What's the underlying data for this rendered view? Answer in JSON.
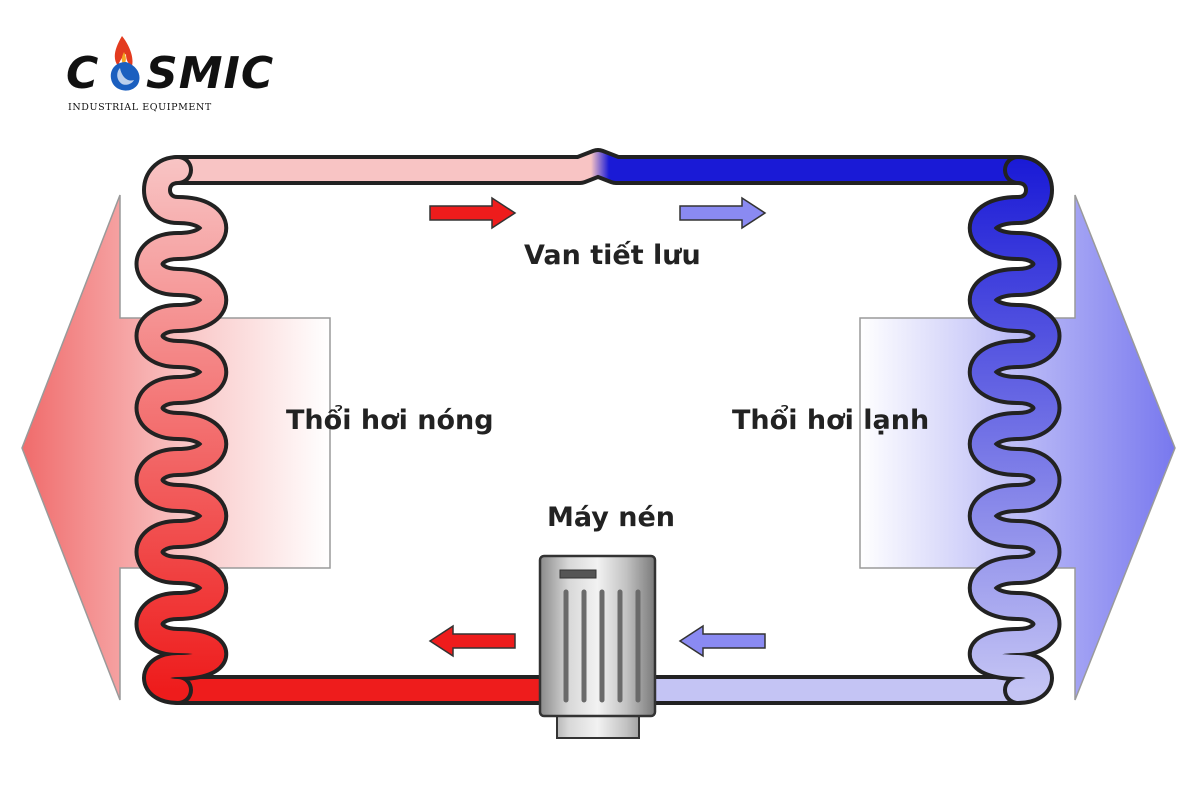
{
  "logo": {
    "name": "COSMIC",
    "tagline": "INDUSTRIAL EQUIPMENT"
  },
  "labels": {
    "expansion_valve": "Van tiết lưu",
    "hot_side": "Thổi hơi nóng",
    "cold_side": "Thổi hơi lạnh",
    "compressor": "Máy nén"
  },
  "colors": {
    "hot": "#ee1c1c",
    "hot_light": "#f8c4c4",
    "cold": "#1a1ad6",
    "cold_light": "#c4c4f4",
    "outline": "#222222"
  }
}
